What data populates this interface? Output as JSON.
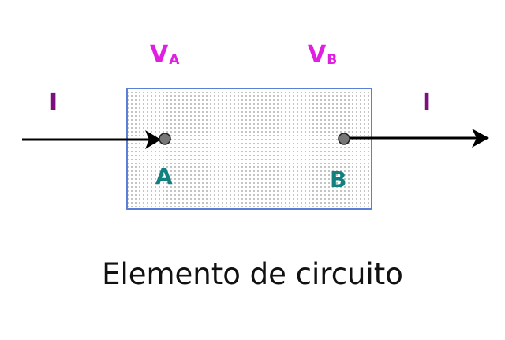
{
  "diagram": {
    "title": "Elemento de circuito",
    "element_label": "Elemento de circuito",
    "potentials": [
      {
        "symbol": "V",
        "subscript": "A"
      },
      {
        "symbol": "V",
        "subscript": "B"
      }
    ],
    "current_labels": [
      "I",
      "I"
    ],
    "terminals": [
      "A",
      "B"
    ],
    "colors": {
      "potential": "#e020e0",
      "current": "#7a0f7e",
      "terminal": "#138080",
      "box_border": "#5b7fd6",
      "box_dots": "#333333",
      "node_fill": "#777777",
      "arrow": "#000000"
    }
  }
}
